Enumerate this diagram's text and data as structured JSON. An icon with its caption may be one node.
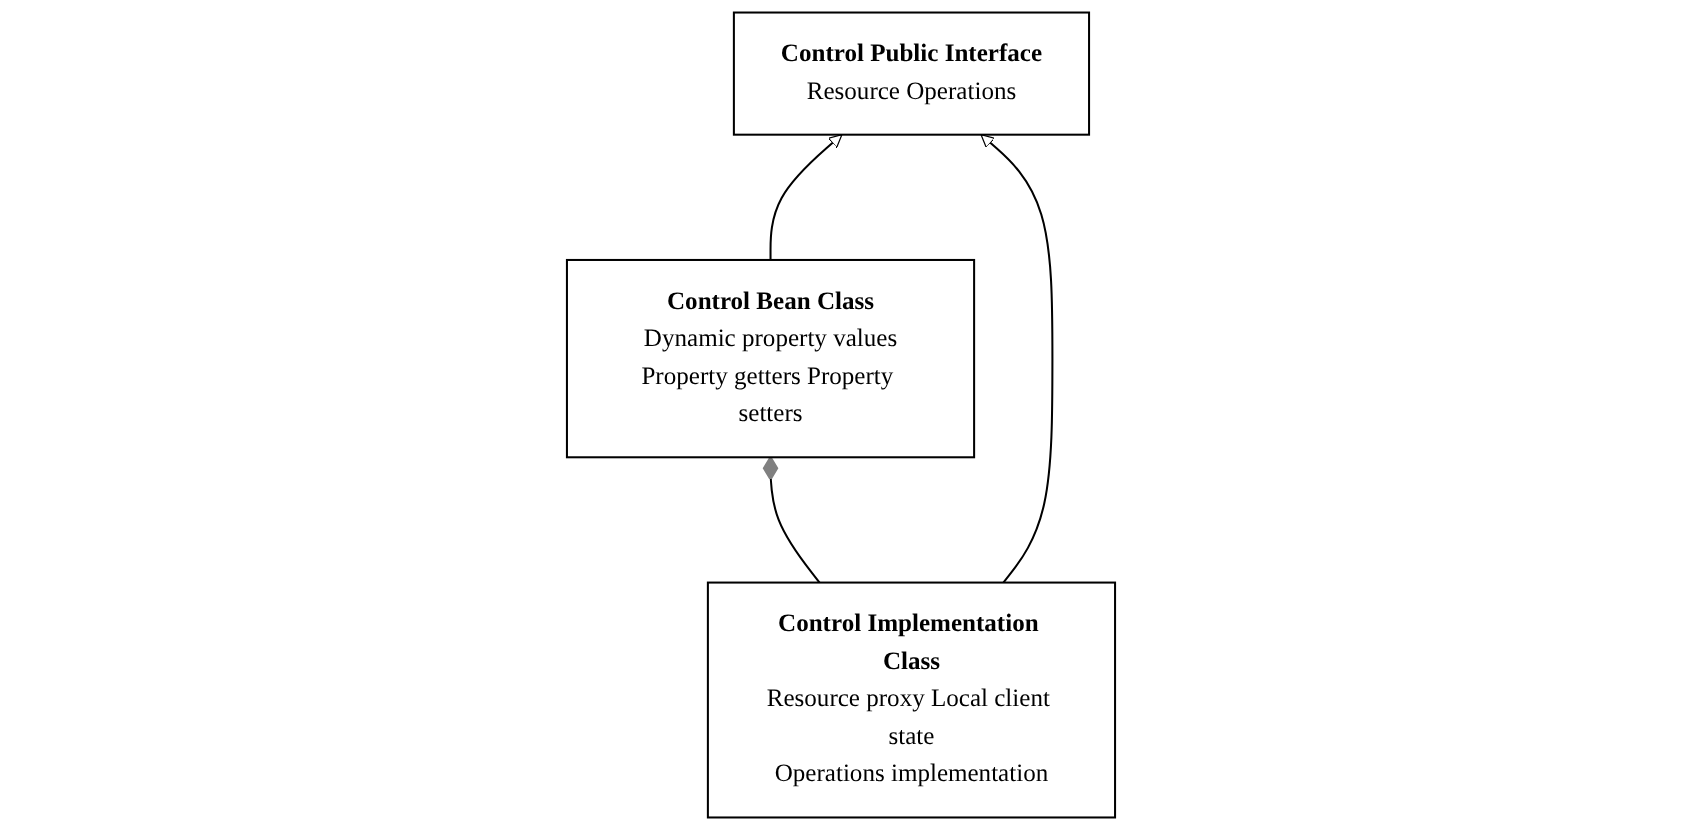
{
  "diagram": {
    "nodes": [
      {
        "text": [
          "Control Public Interface",
          "Resource Operations"
        ]
      },
      {
        "text": [
          "Control Bean Class",
          "Dynamic property values",
          "Property getters Property setters"
        ]
      },
      {
        "text": [
          "Control Implementation Class",
          "Resource proxy Local client state",
          "Operations implementation"
        ]
      }
    ],
    "edges": [
      {
        "from": 1,
        "to": 0,
        "arrow": "to"
      },
      {
        "from": 2,
        "to": 0,
        "arrow": "to"
      },
      {
        "from": 1,
        "to": 2,
        "arrow": "other"
      }
    ]
  }
}
